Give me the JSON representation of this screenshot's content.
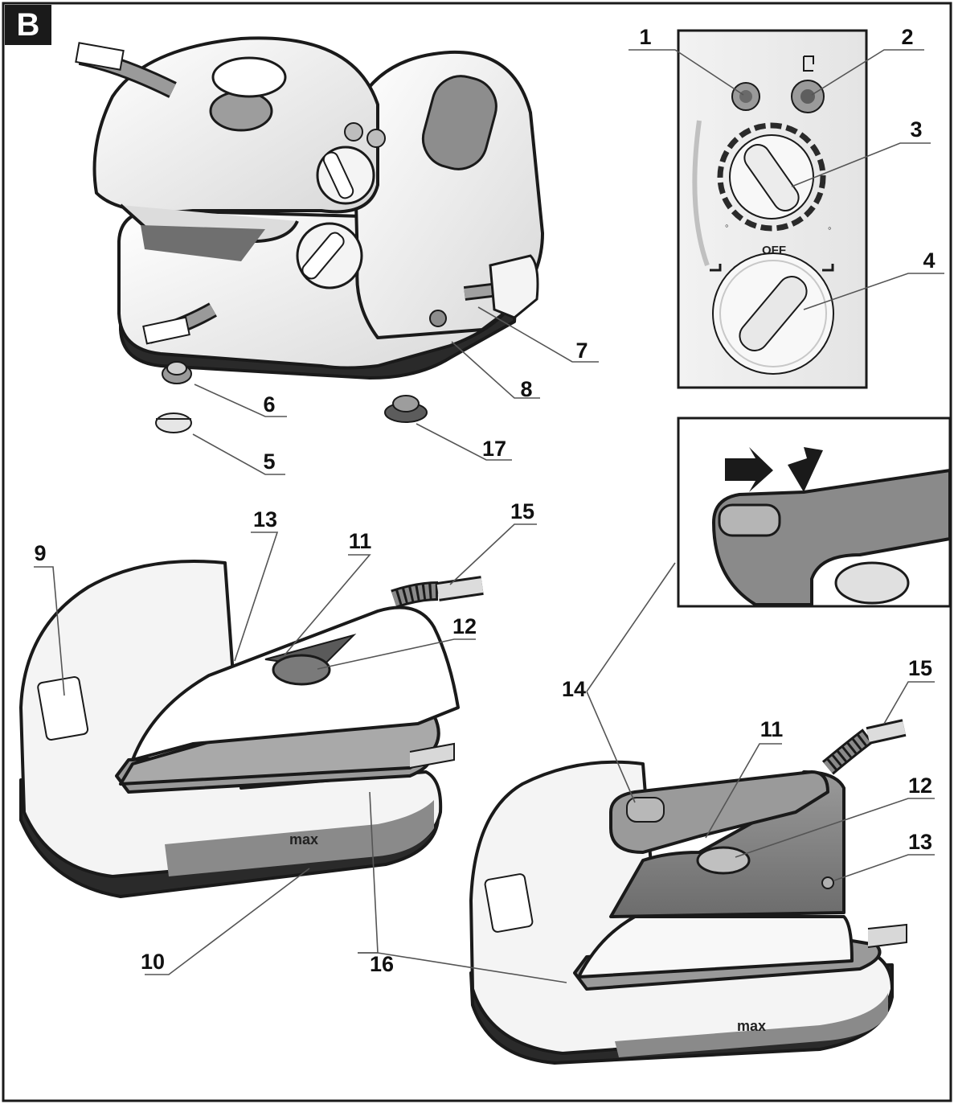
{
  "panel_letter": "B",
  "callouts": [
    "1",
    "2",
    "3",
    "4",
    "5",
    "6",
    "7",
    "8",
    "9",
    "10",
    "11",
    "12",
    "13",
    "14",
    "15",
    "16",
    "17"
  ],
  "dial_off_label": "OFF",
  "base_brand_mark": "max",
  "colors": {
    "outline": "#1a1a1a",
    "body_light": "#f4f4f4",
    "body_mid": "#c9c9c9",
    "body_dark": "#7d7d7d",
    "base_black": "#2a2a2a",
    "frame": "#1a1a1a"
  },
  "icons": [
    "pointing-arrow-left-icon",
    "pointing-arrow-right-icon",
    "power-lamp-icon",
    "water-lamp-icon",
    "iron-icon"
  ]
}
